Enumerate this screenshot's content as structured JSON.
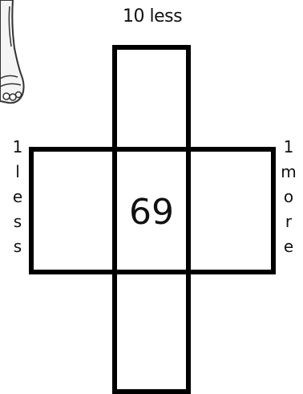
{
  "top_label": "10 less",
  "center_value": "69",
  "left_label_chars": [
    "1",
    "l",
    "e",
    "s",
    "s"
  ],
  "right_label_chars": [
    "1",
    "m",
    "o",
    "r",
    "e"
  ]
}
